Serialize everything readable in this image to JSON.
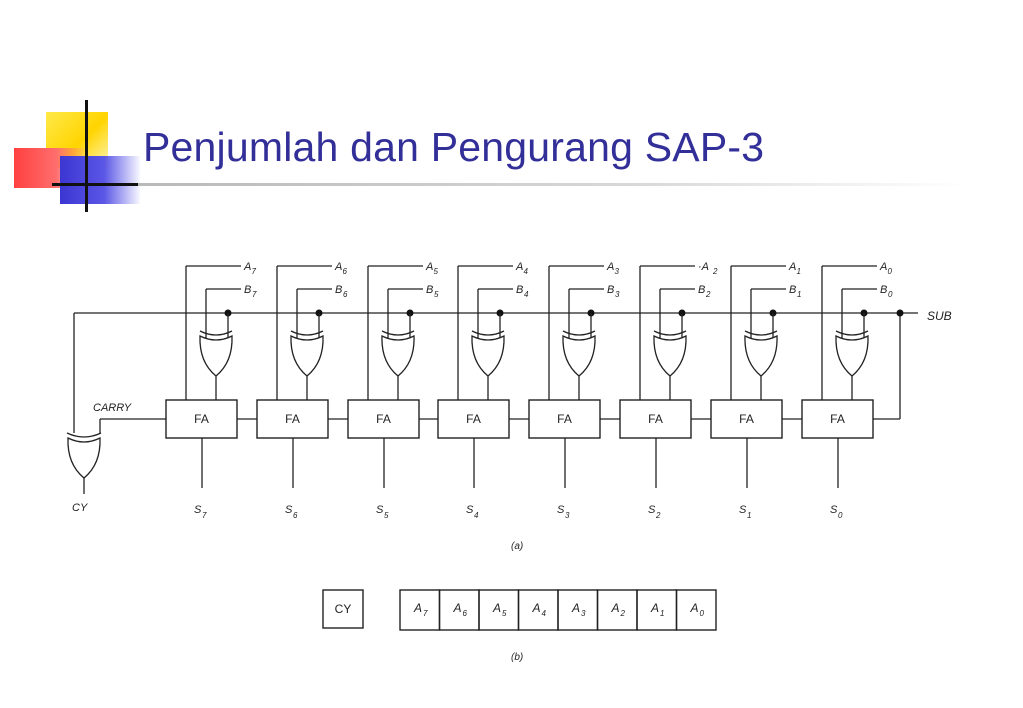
{
  "slide": {
    "title": "Penjumlah dan Pengurang SAP-3"
  },
  "colors": {
    "title": "#332f99",
    "deco_yellow": "#ffd400",
    "deco_red": "#ff4040",
    "deco_blue": "#3c36d2"
  },
  "diagram_a": {
    "stages": [
      {
        "a": "A",
        "a_sub": "7",
        "b": "B",
        "b_sub": "7",
        "fa": "FA",
        "s": "S",
        "s_sub": "7"
      },
      {
        "a": "A",
        "a_sub": "6",
        "b": "B",
        "b_sub": "6",
        "fa": "FA",
        "s": "S",
        "s_sub": "6"
      },
      {
        "a": "A",
        "a_sub": "5",
        "b": "B",
        "b_sub": "5",
        "fa": "FA",
        "s": "S",
        "s_sub": "5"
      },
      {
        "a": "A",
        "a_sub": "4",
        "b": "B",
        "b_sub": "4",
        "fa": "FA",
        "s": "S",
        "s_sub": "4"
      },
      {
        "a": "A",
        "a_sub": "3",
        "b": "B",
        "b_sub": "3",
        "fa": "FA",
        "s": "S",
        "s_sub": "3"
      },
      {
        "a": "·A",
        "a_sub": "2",
        "b": "B",
        "b_sub": "2",
        "fa": "FA",
        "s": "S",
        "s_sub": "2"
      },
      {
        "a": "A",
        "a_sub": "1",
        "b": "B",
        "b_sub": "1",
        "fa": "FA",
        "s": "S",
        "s_sub": "1"
      },
      {
        "a": "A",
        "a_sub": "0",
        "b": "B",
        "b_sub": "0",
        "fa": "FA",
        "s": "S",
        "s_sub": "0"
      }
    ],
    "sub_label": "SUB",
    "carry_label": "CARRY",
    "cy_label": "CY",
    "caption": "(a)"
  },
  "diagram_b": {
    "cy_box": "CY",
    "cells": [
      {
        "a": "A",
        "sub": "7"
      },
      {
        "a": "A",
        "sub": "6"
      },
      {
        "a": "A",
        "sub": "5"
      },
      {
        "a": "A",
        "sub": "4"
      },
      {
        "a": "A",
        "sub": "3"
      },
      {
        "a": "A",
        "sub": "2"
      },
      {
        "a": "A",
        "sub": "1"
      },
      {
        "a": "A",
        "sub": "0"
      }
    ],
    "caption": "(b)"
  }
}
